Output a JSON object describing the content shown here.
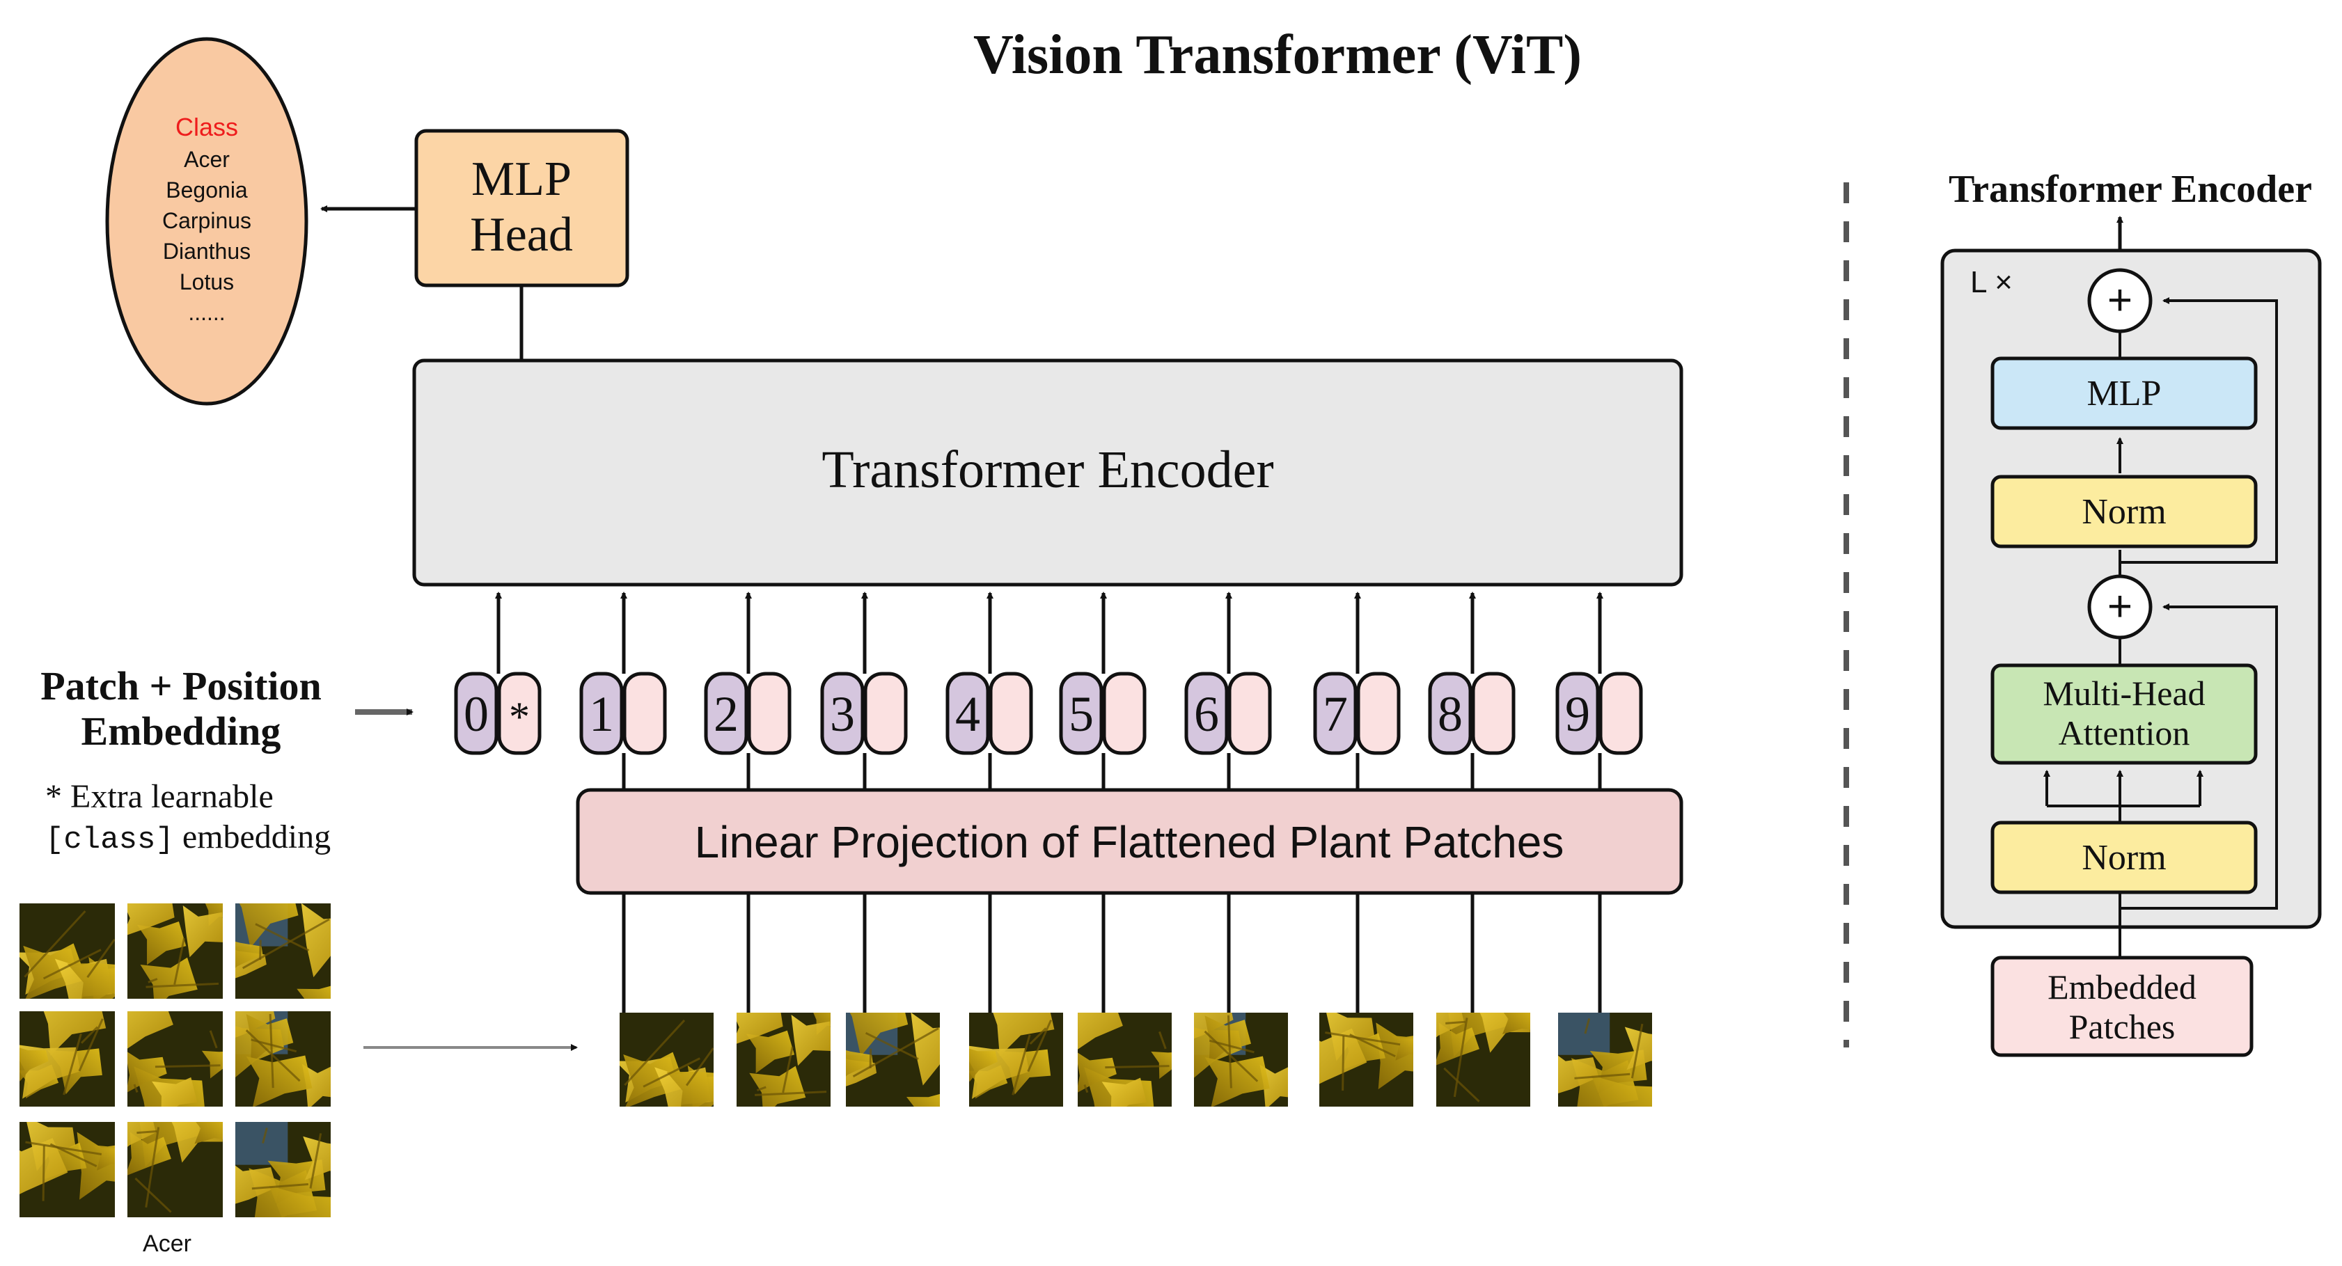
{
  "title": "Vision Transformer (ViT)",
  "class_list": {
    "header": "Class",
    "items": [
      "Acer",
      "Begonia",
      "Carpinus",
      "Dianthus",
      "Lotus",
      "......"
    ]
  },
  "mlp_head": {
    "line1": "MLP",
    "line2": "Head"
  },
  "encoder_main_label": "Transformer Encoder",
  "embedding_label": {
    "line1": "Patch + Position",
    "line2": "Embedding"
  },
  "extra_note": {
    "line1": "* Extra learnable",
    "line2_code": "[class]",
    "line2_rest": " embedding"
  },
  "tokens": [
    {
      "pos": "0",
      "emb": "*"
    },
    {
      "pos": "1",
      "emb": ""
    },
    {
      "pos": "2",
      "emb": ""
    },
    {
      "pos": "3",
      "emb": ""
    },
    {
      "pos": "4",
      "emb": ""
    },
    {
      "pos": "5",
      "emb": ""
    },
    {
      "pos": "6",
      "emb": ""
    },
    {
      "pos": "7",
      "emb": ""
    },
    {
      "pos": "8",
      "emb": ""
    },
    {
      "pos": "9",
      "emb": ""
    }
  ],
  "projection_label": "Linear Projection of Flattened Plant Patches",
  "source_image_label": "Acer",
  "encoder_detail": {
    "title": "Transformer Encoder",
    "repeat_label": "L ×",
    "plus": "+",
    "mlp": "MLP",
    "norm": "Norm",
    "attention": {
      "line1": "Multi-Head",
      "line2": "Attention"
    },
    "input": {
      "line1": "Embedded",
      "line2": "Patches"
    }
  },
  "colors": {
    "mlp_head_fill": "#fcd5a6",
    "class_ellipse_fill": "#f9c9a2",
    "class_header": "#ee1c1c",
    "encoder_fill": "#e8e8e8",
    "projection_fill": "#f1d0d0",
    "position_fill": "#d5c6de",
    "embedding_fill": "#fbe1e1",
    "mlp_fill": "#cbe7f7",
    "norm_fill": "#fcec9f",
    "attention_fill": "#c8e6b4",
    "input_fill": "#fbe1e1",
    "leaf_yellow": "#e0be10",
    "leaf_dark": "#2b2a08"
  }
}
